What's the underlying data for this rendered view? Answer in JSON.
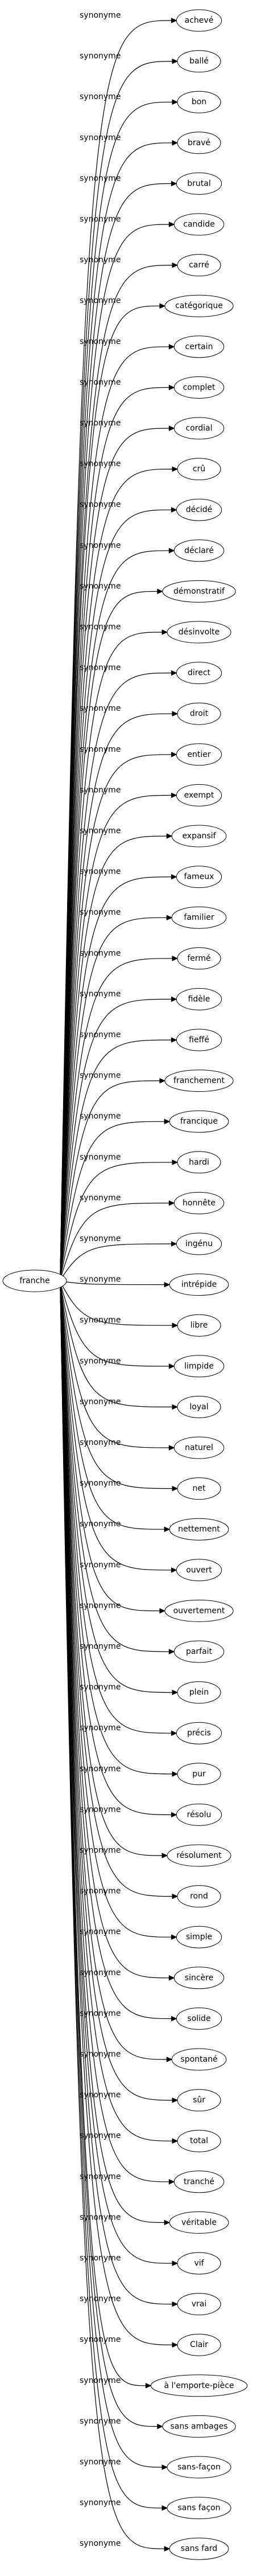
{
  "source": "franche",
  "relation": "synonyme",
  "synonyms": [
    "achevé",
    "ballé",
    "bon",
    "bravé",
    "brutal",
    "candide",
    "carré",
    "catégorique",
    "certain",
    "complet",
    "cordial",
    "crû",
    "décidé",
    "déclaré",
    "démonstratif",
    "désinvolte",
    "direct",
    "droit",
    "entier",
    "exempt",
    "expansif",
    "fameux",
    "familier",
    "fermé",
    "fidèle",
    "fieffé",
    "franchement",
    "francique",
    "hardi",
    "honnête",
    "ingénu",
    "intrépide",
    "libre",
    "limpide",
    "loyal",
    "naturel",
    "net",
    "nettement",
    "ouvert",
    "ouvertement",
    "parfait",
    "plein",
    "précis",
    "pur",
    "résolu",
    "résolument",
    "rond",
    "simple",
    "sincère",
    "solide",
    "spontané",
    "sûr",
    "total",
    "tranché",
    "véritable",
    "vif",
    "vrai",
    "Clair",
    "à l'emporte-pièce",
    "sans ambages",
    "sans-façon",
    "sans façon",
    "sans fard"
  ]
}
